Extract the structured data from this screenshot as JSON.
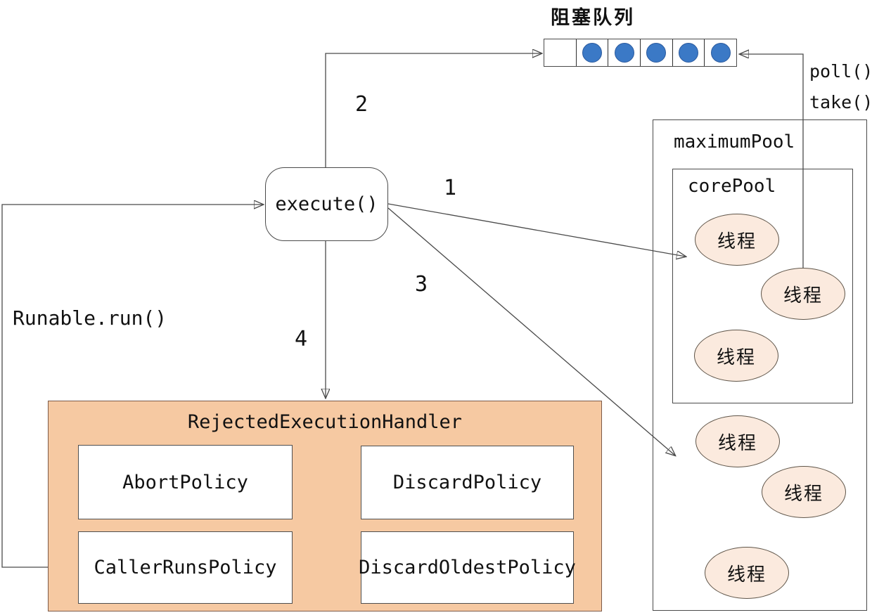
{
  "blocking_queue": {
    "title": "阻塞队列",
    "slots": [
      0,
      1,
      1,
      1,
      1,
      1
    ],
    "task_color": "#3b79c6"
  },
  "execute_node": {
    "label": "execute()"
  },
  "edge_labels": {
    "step1": "1",
    "step2": "2",
    "step3": "3",
    "step4": "4",
    "poll": "poll()",
    "take": "take()",
    "runnable": "Runable.run()"
  },
  "maximum_pool": {
    "label": "maximumPool",
    "threads": [
      "线程",
      "线程",
      "线程"
    ]
  },
  "core_pool": {
    "label": "corePool",
    "threads": [
      "线程",
      "线程",
      "线程"
    ]
  },
  "rejected_handler": {
    "title": "RejectedExecutionHandler",
    "policies": {
      "abort": "AbortPolicy",
      "discard": "DiscardPolicy",
      "caller_runs": "CallerRunsPolicy",
      "discard_oldest": "DiscardOldestPolicy"
    }
  },
  "colors": {
    "handler_fill": "#f6c9a2",
    "thread_fill": "#fbeade",
    "task_blue": "#3b79c6"
  }
}
